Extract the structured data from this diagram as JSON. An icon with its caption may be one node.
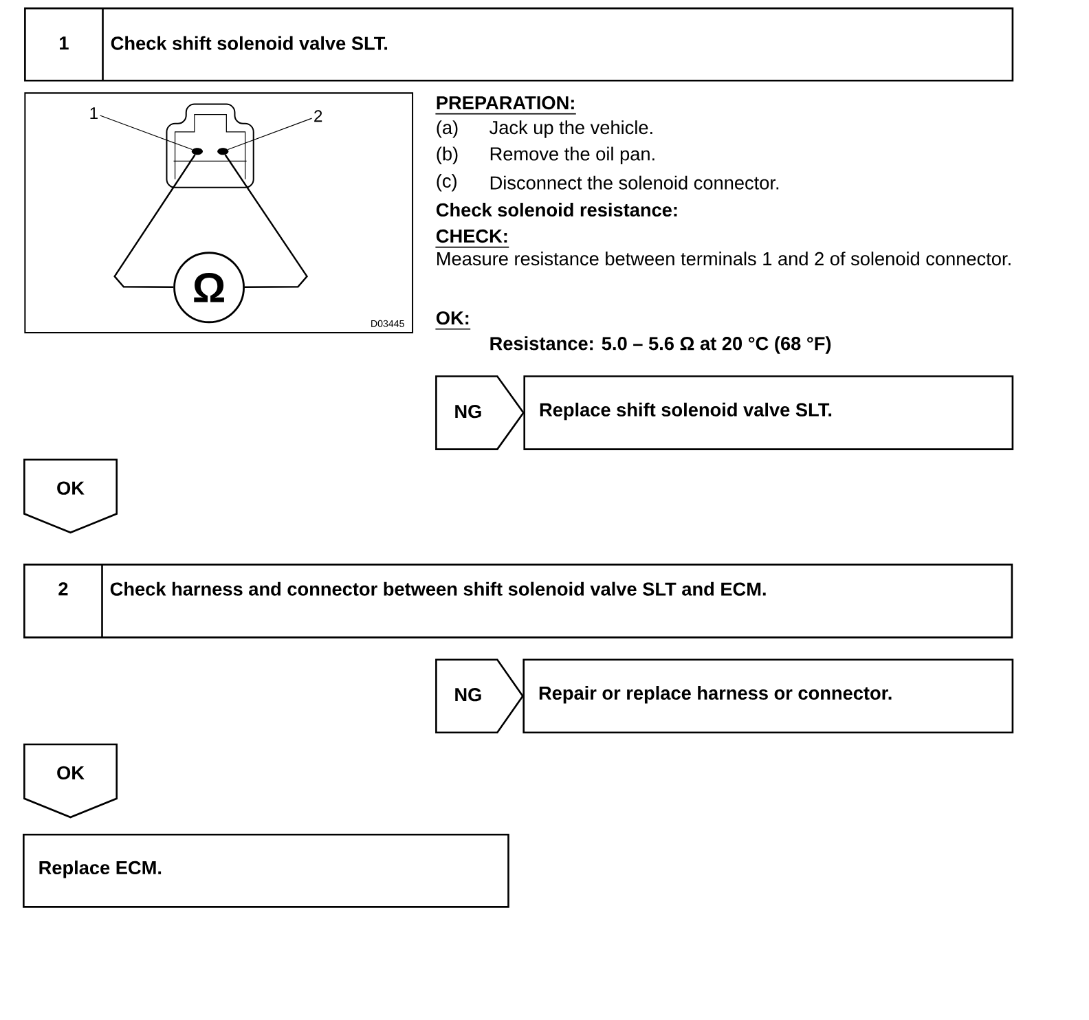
{
  "diagram": {
    "nodes": [
      {
        "text": [
          "1",
          "Check shift solenoid valve SLT."
        ]
      },
      {
        "text": [
          "Replace shift solenoid valve SLT."
        ]
      },
      {
        "text": [
          "OK"
        ]
      },
      {
        "text": [
          "2",
          "Check harness and connector between shift solenoid valve SLT and ECM."
        ]
      },
      {
        "text": [
          "Repair or replace harness or connector."
        ]
      },
      {
        "text": [
          "OK"
        ]
      },
      {
        "text": [
          "Replace ECM."
        ]
      },
      {
        "text": [
          "1"
        ]
      },
      {
        "text": [],
        "shape": "circle"
      },
      {
        "text": [
          "2"
        ]
      },
      {
        "text": [],
        "shape": "circle"
      },
      {
        "text": [
          "Ω"
        ]
      }
    ],
    "edges": [
      {
        "from": 7,
        "to": 8,
        "arrow": "none"
      },
      {
        "from": 9,
        "to": 10,
        "arrow": "none"
      },
      {
        "from": 8,
        "to": 11,
        "arrow": "none"
      },
      {
        "from": 10,
        "to": 11,
        "arrow": "none"
      },
      {
        "from": null,
        "to": 1,
        "arrow": "to",
        "label": "NG"
      },
      {
        "from": null,
        "to": 4,
        "arrow": "to",
        "label": "NG"
      }
    ],
    "labels": [
      "PREPARATION:",
      "(a)",
      "Jack up the vehicle.",
      "(b)",
      "Remove the oil pan.",
      "(c)",
      "Disconnect the solenoid connector.",
      "Check solenoid resistance:",
      "CHECK:",
      "Measure resistance between terminals 1 and 2 of solenoid connector.",
      "OK:",
      "Resistance: 5.0 – 5.6 Ω at 20 °C (68 °F)",
      "D03445"
    ]
  }
}
